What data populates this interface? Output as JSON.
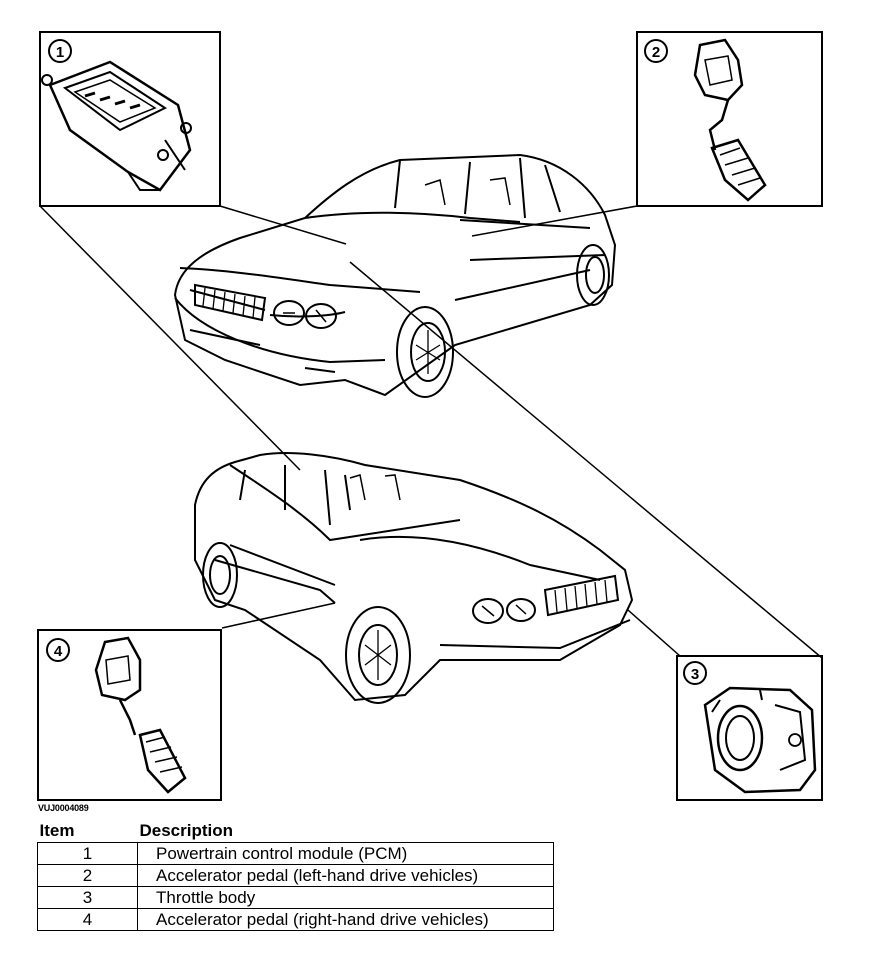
{
  "figure": {
    "callouts": [
      {
        "id": "1",
        "label": "1"
      },
      {
        "id": "2",
        "label": "2"
      },
      {
        "id": "3",
        "label": "3"
      },
      {
        "id": "4",
        "label": "4"
      }
    ],
    "reference_code": "VUJ0004089"
  },
  "legend": {
    "headers": {
      "item": "Item",
      "description": "Description"
    },
    "rows": [
      {
        "item": "1",
        "description": "Powertrain control module (PCM)"
      },
      {
        "item": "2",
        "description": "Accelerator pedal (left-hand drive vehicles)"
      },
      {
        "item": "3",
        "description": "Throttle body"
      },
      {
        "item": "4",
        "description": "Accelerator pedal (right-hand drive vehicles)"
      }
    ]
  }
}
